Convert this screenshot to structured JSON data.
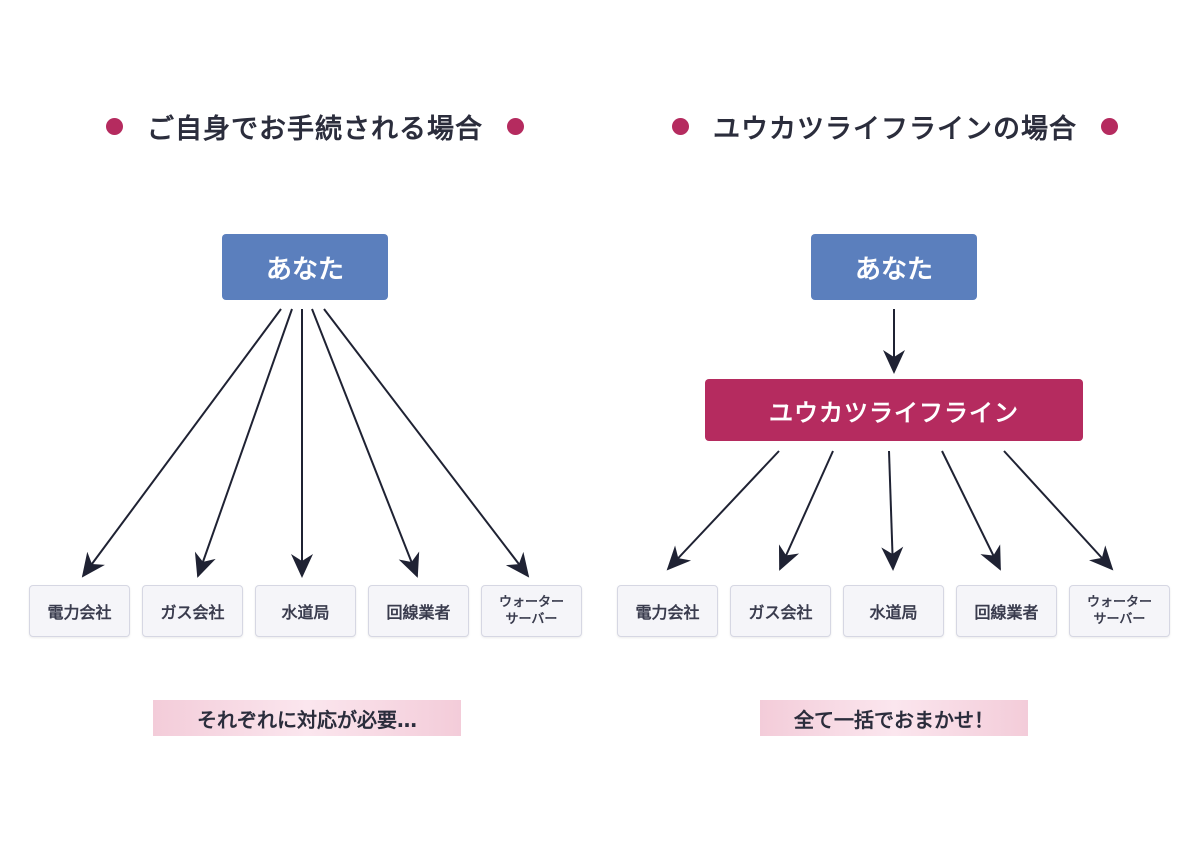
{
  "left": {
    "heading": "ご自身でお手続される場合",
    "source": "あなた",
    "targets": [
      "電力会社",
      "ガス会社",
      "水道局",
      "回線業者"
    ],
    "target_last_line1": "ウォーター",
    "target_last_line2": "サーバー",
    "caption": "それぞれに対応が必要…"
  },
  "right": {
    "heading": "ユウカツライフラインの場合",
    "source": "あなた",
    "hub": "ユウカツライフライン",
    "targets": [
      "電力会社",
      "ガス会社",
      "水道局",
      "回線業者"
    ],
    "target_last_line1": "ウォーター",
    "target_last_line2": "サーバー",
    "caption": "全て一括でおまかせ！"
  },
  "colors": {
    "accent": "#b52b5f",
    "you_box": "#5b7fbd",
    "caption_bg": "#f3ccd9",
    "arrow": "#1f2233"
  }
}
